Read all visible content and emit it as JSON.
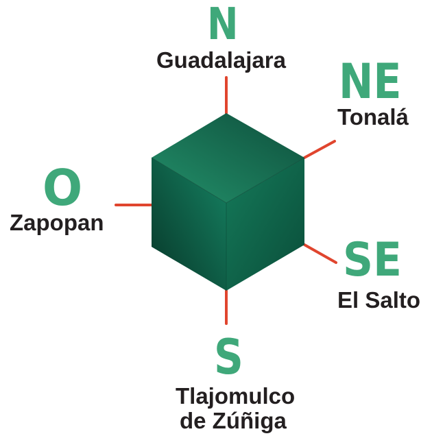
{
  "colors": {
    "code": "#3FA87A",
    "city": "#231F20",
    "spoke": "#E0452E",
    "cube_top_light": "#23906A",
    "cube_top_dark": "#0E4F3C",
    "cube_left_light": "#168363",
    "cube_left_dark": "#073628",
    "cube_right_light": "#157A5A",
    "cube_right_dark": "#0A4D39"
  },
  "cube_label": "",
  "directions": {
    "north": {
      "code": "N",
      "city": "Guadalajara"
    },
    "northeast": {
      "code": "NE",
      "city": "Tonalá"
    },
    "west": {
      "code": "O",
      "city": "Zapopan"
    },
    "southeast": {
      "code": "SE",
      "city": "El Salto"
    },
    "south": {
      "code": "S",
      "city_line1": "Tlajomulco",
      "city_line2": "de Zúñiga"
    }
  }
}
